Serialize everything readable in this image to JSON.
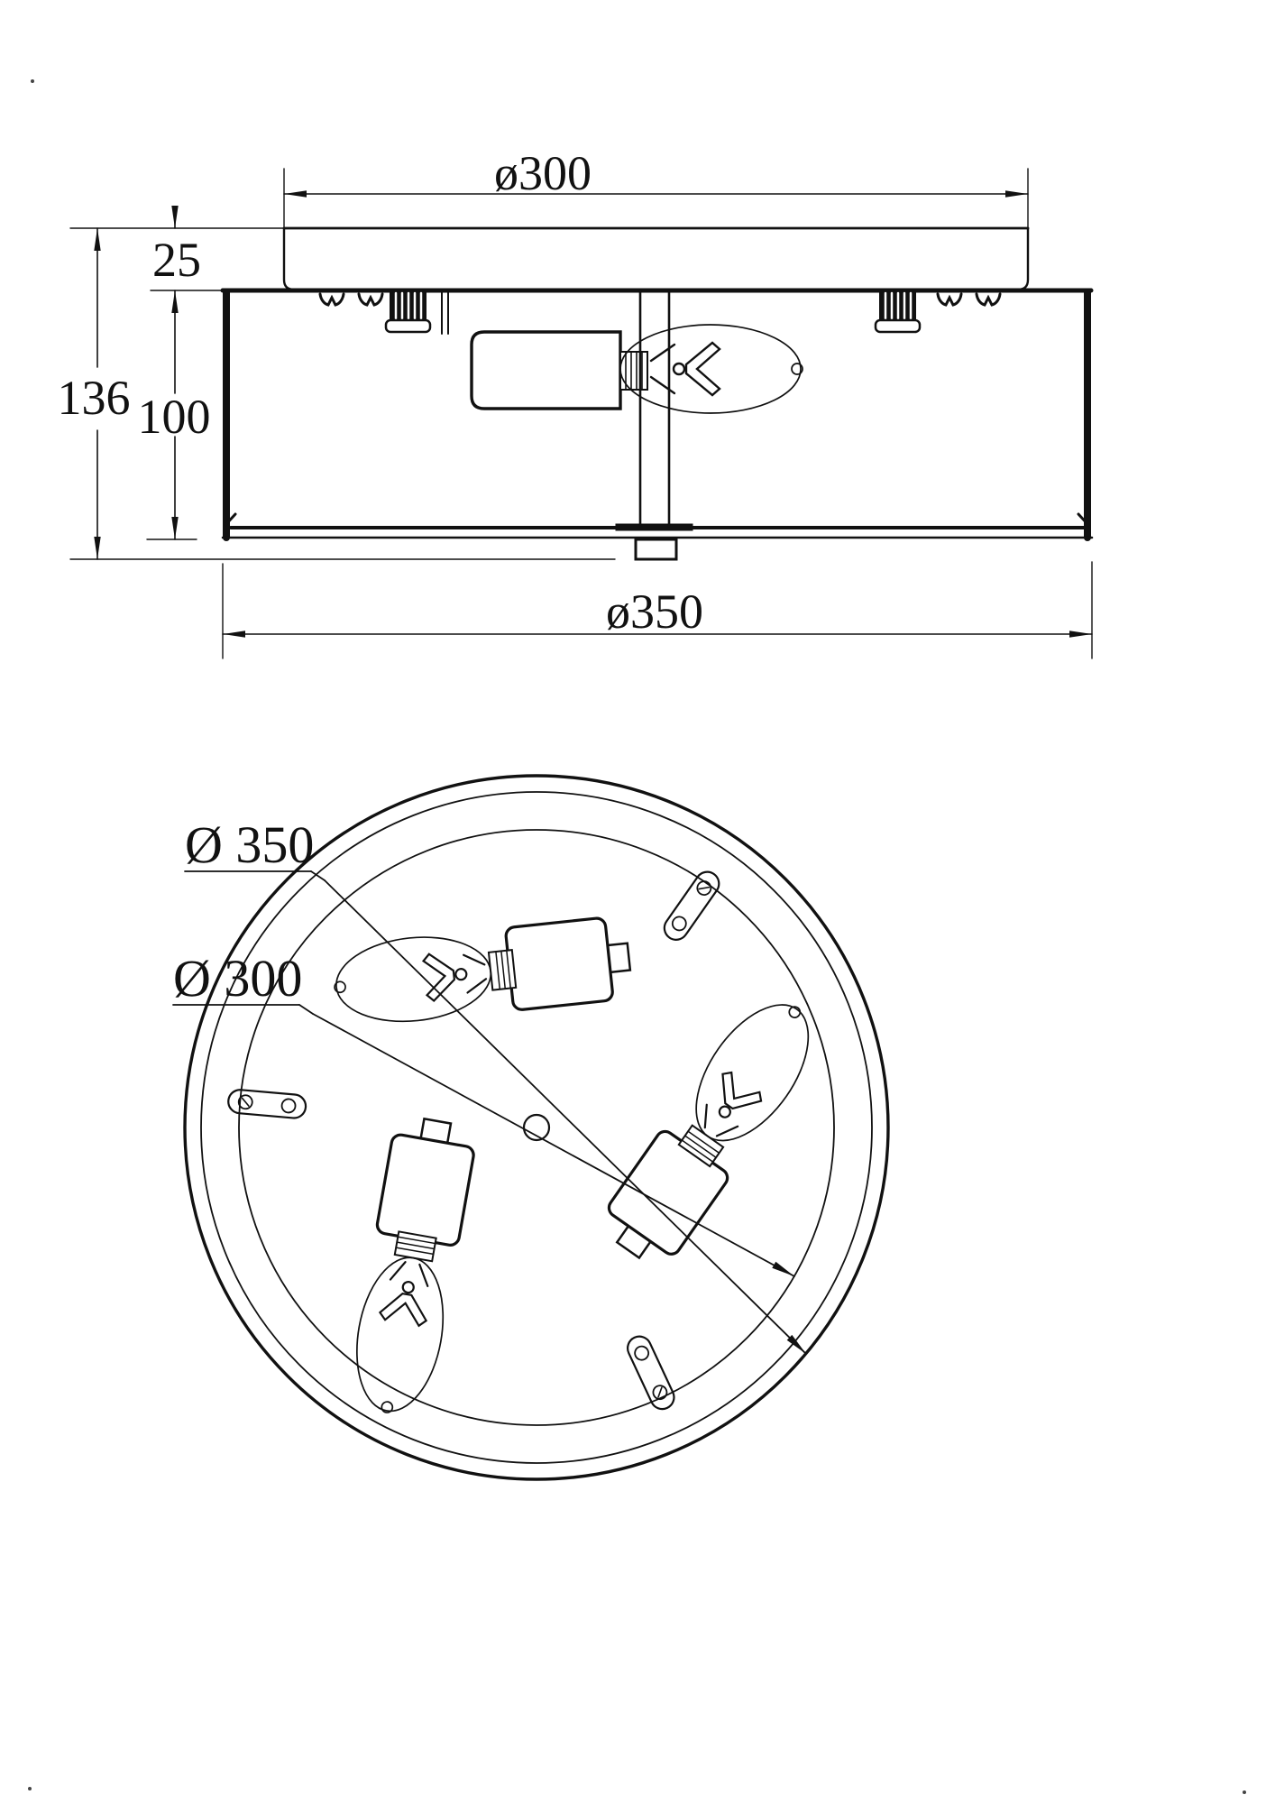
{
  "drawing": {
    "kind": "ceiling lamp dimension drawing",
    "background_color": "#ffffff",
    "line_color": "#111111",
    "views": [
      "side elevation",
      "bottom plan"
    ]
  },
  "side_view": {
    "dim_canopy_diameter": {
      "label": "ø300",
      "value": 300,
      "kind": "diameter",
      "applies_to": "top canopy plate"
    },
    "dim_canopy_height": {
      "label": "25",
      "value": 25,
      "kind": "height",
      "applies_to": "canopy"
    },
    "dim_overall_height": {
      "label": "136",
      "value": 136,
      "kind": "height",
      "applies_to": "overall fixture"
    },
    "dim_shade_height": {
      "label": "100",
      "value": 100,
      "kind": "height",
      "applies_to": "drum shade"
    },
    "dim_shade_diameter": {
      "label": "ø350",
      "value": 350,
      "kind": "diameter",
      "applies_to": "drum shade"
    },
    "features": [
      "candle bulb",
      "lamp socket",
      "cable glands",
      "spring clips",
      "center stem with finial knob"
    ]
  },
  "plan_view": {
    "label_outer_diameter": {
      "text": "Ø 350",
      "value": 350,
      "applies_to": "outer rim circle"
    },
    "label_inner_diameter": {
      "text": "Ø 300",
      "value": 300,
      "applies_to": "inner reference circle"
    },
    "bulb_count": 3,
    "mounting_slot_count": 3,
    "center_hole": 1
  }
}
